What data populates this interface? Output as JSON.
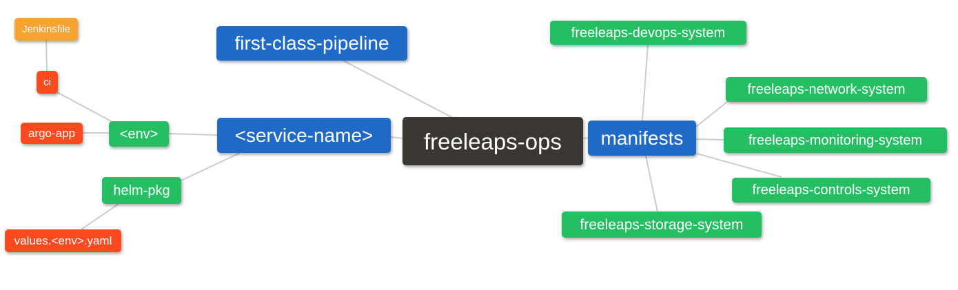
{
  "diagram": {
    "type": "mindmap",
    "colors": {
      "root_bg": "#3a3632",
      "branch_bg": "#1f69c7",
      "leaf_green_bg": "#25be62",
      "leaf_red_bg": "#fb4a1f",
      "leaf_orange_bg": "#f8a331",
      "edge": "#cccccc",
      "text": "#ffffff"
    },
    "nodes": {
      "root": {
        "label": "freeleaps-ops"
      },
      "first_class_pipeline": {
        "label": "first-class-pipeline"
      },
      "service_name": {
        "label": "<service-name>"
      },
      "manifests": {
        "label": "manifests"
      },
      "env": {
        "label": "<env>"
      },
      "helm_pkg": {
        "label": "helm-pkg"
      },
      "argo_app": {
        "label": "argo-app"
      },
      "ci": {
        "label": "ci"
      },
      "jenkinsfile": {
        "label": "Jenkinsfile"
      },
      "values_env_yaml": {
        "label": "values.<env>.yaml"
      },
      "devops_system": {
        "label": "freeleaps-devops-system"
      },
      "network_system": {
        "label": "freeleaps-network-system"
      },
      "monitoring_system": {
        "label": "freeleaps-monitoring-system"
      },
      "controls_system": {
        "label": "freeleaps-controls-system"
      },
      "storage_system": {
        "label": "freeleaps-storage-system"
      }
    },
    "edges": [
      [
        "jenkinsfile",
        "ci"
      ],
      [
        "ci",
        "env"
      ],
      [
        "argo_app",
        "env"
      ],
      [
        "env",
        "service_name"
      ],
      [
        "helm_pkg",
        "service_name"
      ],
      [
        "values_env_yaml",
        "helm_pkg"
      ],
      [
        "first_class_pipeline",
        "root"
      ],
      [
        "service_name",
        "root"
      ],
      [
        "root",
        "manifests"
      ],
      [
        "manifests",
        "devops_system"
      ],
      [
        "manifests",
        "network_system"
      ],
      [
        "manifests",
        "monitoring_system"
      ],
      [
        "manifests",
        "controls_system"
      ],
      [
        "manifests",
        "storage_system"
      ]
    ]
  }
}
